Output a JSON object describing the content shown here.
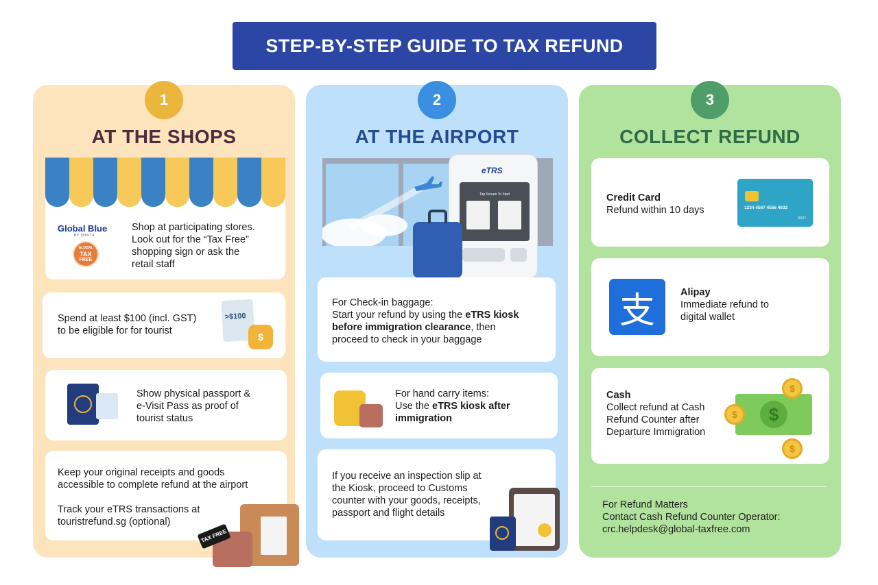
{
  "title": "STEP-BY-STEP GUIDE TO TAX REFUND",
  "columns": [
    {
      "number": "1",
      "title": "AT THE SHOPS",
      "logo_text": "Global Blue",
      "logo_sub": "BY SHIFT4",
      "badge": [
        "GLOBAL",
        "TAX",
        "FREE"
      ],
      "cards": [
        {
          "text": [
            "Shop at participating stores.",
            "Look out for the “Tax Free”",
            "shopping sign or ask the",
            "retail staff"
          ]
        },
        {
          "text": [
            "Spend at least $100 (incl. GST)",
            "to be eligible for for tourist"
          ],
          "icon_label": ">$100"
        },
        {
          "text": [
            "Show physical passport &",
            "e-Visit Pass as proof of",
            "tourist status"
          ]
        },
        {
          "text": [
            "Keep your original receipts and goods",
            "accessible to complete refund at the airport"
          ],
          "text2": [
            "Track your eTRS transactions at",
            "touristrefund.sg (optional)"
          ],
          "tag": "TAX FREE"
        }
      ]
    },
    {
      "number": "2",
      "title": "AT THE AIRPORT",
      "kiosk_brand": "eTRS",
      "kiosk_screen": "Tap Screen To Start",
      "cards": [
        {
          "line1": "For Check-in baggage:",
          "line2a": "Start your refund by using the ",
          "line2b": "eTRS kiosk",
          "line3b": "before immigration clearance",
          "line3c": ", then",
          "line4": "proceed to check in your baggage"
        },
        {
          "line1": "For hand carry items:",
          "line2a": "Use the ",
          "line2b": "eTRS kiosk after",
          "line3b": "immigration"
        },
        {
          "text": [
            "If you receive an inspection slip at",
            "the Kiosk, proceed to Customs",
            "counter with your goods, receipts,",
            "passport and flight details"
          ]
        }
      ]
    },
    {
      "number": "3",
      "title": "COLLECT REFUND",
      "cards": [
        {
          "heading": "Credit Card",
          "text": [
            "Refund within 10 days"
          ],
          "card_number": "1234  4567  4556  4632",
          "card_exp": "10/27"
        },
        {
          "heading": "Alipay",
          "text": [
            "Immediate refund to",
            "digital wallet"
          ],
          "icon_glyph": "支"
        },
        {
          "heading": "Cash",
          "text": [
            "Collect refund at Cash",
            "Refund Counter after",
            "Departure Immigration"
          ],
          "currency": "$"
        }
      ],
      "footer": [
        "For Refund Matters",
        "Contact Cash Refund Counter Operator:",
        "crc.helpdesk@global-taxfree.com"
      ]
    }
  ],
  "colors": {
    "banner": "#2c46a6",
    "col1_bg": "#fde4bc",
    "col2_bg": "#bfe0fa",
    "col3_bg": "#b2e39e"
  }
}
